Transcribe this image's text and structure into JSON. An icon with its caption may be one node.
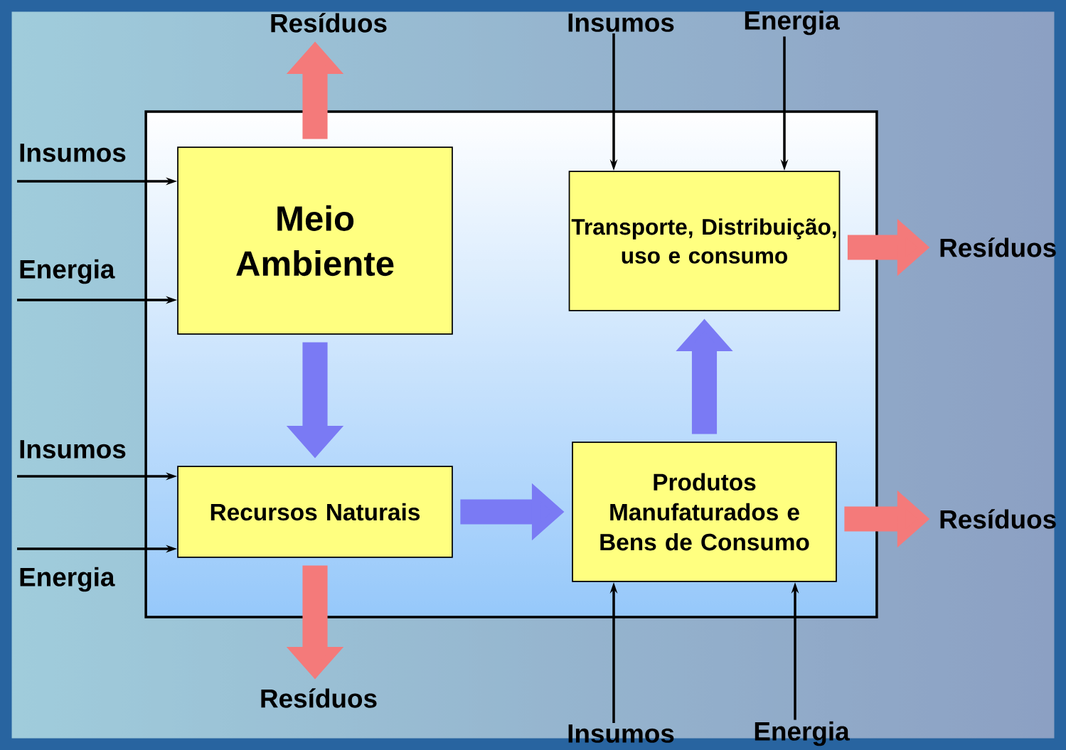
{
  "diagram": {
    "nodes": [
      {
        "text": [],
        "shape": "box"
      },
      {
        "text": [
          "Meio Ambiente"
        ],
        "in": 0
      },
      {
        "text": [
          "Transporte, Distribuição, uso e consumo"
        ],
        "in": 0
      },
      {
        "text": [
          "Recursos Naturais"
        ],
        "in": 0
      },
      {
        "text": [
          "Produtos Manufaturados e Bens de Consumo"
        ],
        "in": 0
      },
      {
        "text": [
          "Resíduos"
        ]
      },
      {
        "text": [
          "Insumos"
        ]
      },
      {
        "text": [
          "Energia"
        ]
      },
      {
        "text": [
          "Insumos"
        ]
      },
      {
        "text": [
          "Energia"
        ]
      },
      {
        "text": [
          "Resíduos"
        ]
      },
      {
        "text": [
          "Insumos"
        ]
      },
      {
        "text": [
          "Energia"
        ]
      },
      {
        "text": [
          "Resíduos"
        ]
      },
      {
        "text": [
          "Resíduos"
        ]
      },
      {
        "text": [
          "Insumos"
        ]
      },
      {
        "text": [
          "Energia"
        ]
      }
    ],
    "edges": [
      {
        "from": 8,
        "to": 1,
        "arrow": "to"
      },
      {
        "from": 9,
        "to": 1,
        "arrow": "to"
      },
      {
        "from": 11,
        "to": 3,
        "arrow": "to"
      },
      {
        "from": 12,
        "to": 3,
        "arrow": "to"
      },
      {
        "from": 6,
        "to": 2,
        "arrow": "to"
      },
      {
        "from": 7,
        "to": 2,
        "arrow": "to"
      },
      {
        "from": 15,
        "to": 4,
        "arrow": "to"
      },
      {
        "from": 16,
        "to": 4,
        "arrow": "to"
      },
      {
        "from": 1,
        "to": 5,
        "arrow": "to",
        "style": "thick",
        "color": "#f47a7a"
      },
      {
        "from": 1,
        "to": 3,
        "arrow": "to",
        "style": "thick",
        "color": "#7a7af4"
      },
      {
        "from": 3,
        "to": 4,
        "arrow": "to",
        "style": "thick",
        "color": "#7a7af4"
      },
      {
        "from": 4,
        "to": 2,
        "arrow": "to",
        "style": "thick",
        "color": "#7a7af4"
      },
      {
        "from": 2,
        "to": 10,
        "arrow": "to",
        "style": "thick",
        "color": "#f47a7a"
      },
      {
        "from": 4,
        "to": 13,
        "arrow": "to",
        "style": "thick",
        "color": "#f47a7a"
      },
      {
        "from": 3,
        "to": 14,
        "arrow": "to",
        "style": "thick",
        "color": "#f47a7a"
      }
    ]
  }
}
